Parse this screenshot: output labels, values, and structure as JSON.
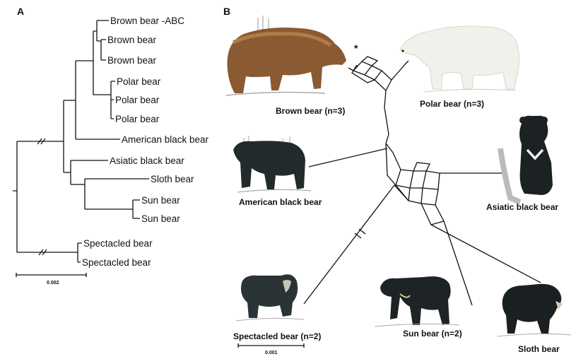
{
  "panels": {
    "a_label": "A",
    "b_label": "B"
  },
  "tree": {
    "tips": [
      "Brown bear -ABC",
      "Brown bear",
      "Brown bear",
      "Polar bear",
      "Polar bear",
      "Polar bear",
      "American black bear",
      "Asiatic black bear",
      "Sloth bear",
      "Sun bear",
      "Sun bear",
      "Spectacled bear",
      "Spectacled bear"
    ],
    "scale_label": "0.002"
  },
  "network": {
    "labels": {
      "brown": "Brown bear (n=3)",
      "polar": "Polar bear (n=3)",
      "american": "American black bear",
      "asiatic": "Asiatic black bear",
      "spectacled": "Spectacled bear (n=2)",
      "sun": "Sun bear (n=2)",
      "sloth": "Sloth bear"
    },
    "star": "*",
    "scale_label": "0.001"
  },
  "colors": {
    "line": "#111111",
    "brown_bear": "#8a5a32",
    "polar_bear": "#f1f0ea",
    "black_bear": "#222a2c"
  }
}
